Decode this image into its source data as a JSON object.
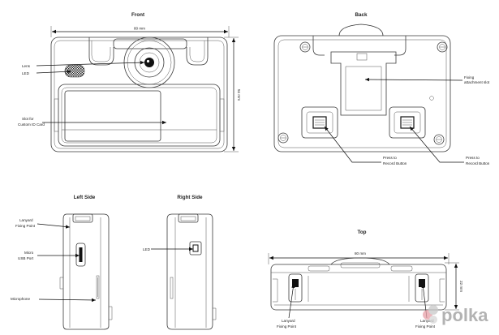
{
  "views": {
    "front": {
      "title": "Front",
      "width_dim": "80 mm",
      "height_dim": "51 mm",
      "labels": {
        "lens": "Lens",
        "led": "LED",
        "slot_line1": "Slot for",
        "slot_line2": "Custom ID Card"
      }
    },
    "back": {
      "title": "Back",
      "labels": {
        "fixing_line1": "Fixing",
        "fixing_line2": "attachment slot",
        "press_left_line1": "Press to",
        "press_left_line2": "Record Button",
        "press_right_line1": "Press to",
        "press_right_line2": "Record Button"
      }
    },
    "left_side": {
      "title": "Left Side",
      "labels": {
        "lanyard_line1": "Lanyard",
        "lanyard_line2": "Fixing Point",
        "usb_line1": "Micro",
        "usb_line2": "USB Port",
        "microphone": "Microphone"
      }
    },
    "right_side": {
      "title": "Right Side",
      "labels": {
        "led": "LED"
      }
    },
    "top": {
      "title": "Top",
      "width_dim": "80 mm",
      "height_dim": "22 mm",
      "labels": {
        "lanyard_left_line1": "Lanyard",
        "lanyard_left_line2": "Fixing Point",
        "lanyard_right_line1": "Lanyard",
        "lanyard_right_line2": "Fixing Point"
      }
    }
  },
  "watermark": {
    "text": "polka",
    "icon": "polka-logo-icon"
  },
  "colors": {
    "line": "#3a3a3a",
    "leader": "#111111",
    "text": "#222222",
    "watermark": "#9a9a9a"
  }
}
